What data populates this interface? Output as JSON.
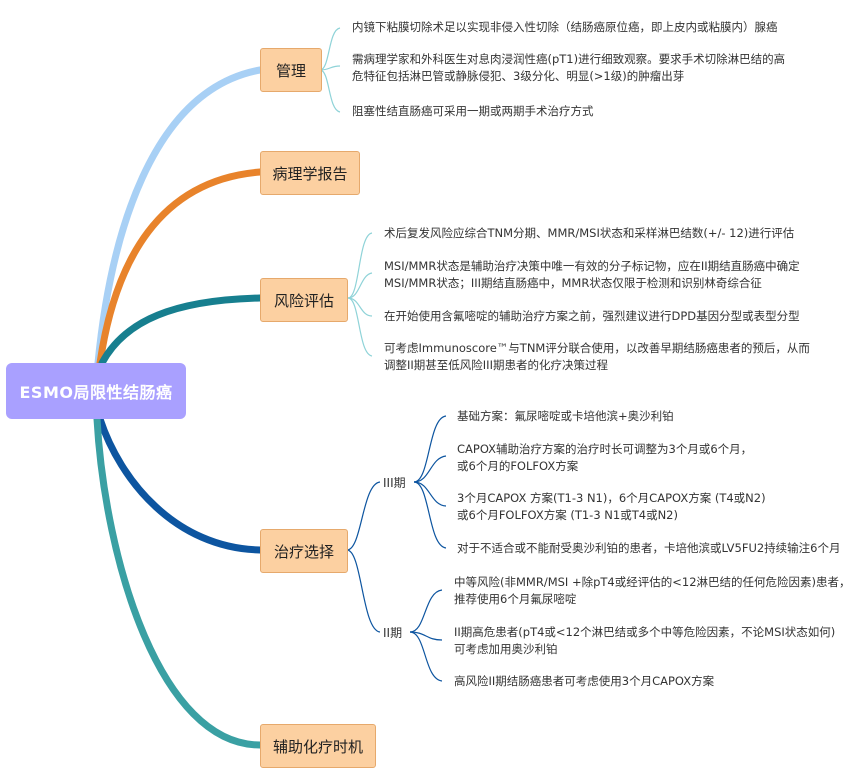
{
  "root": {
    "title": "ESMO局限性结肠癌"
  },
  "topics": {
    "management": {
      "label": "管理",
      "items": [
        [
          "内镜下粘膜切除术足以实现非侵入性切除（结肠癌原位癌，即上皮内或粘膜内）腺癌"
        ],
        [
          "需病理学家和外科医生对息肉浸润性癌(pT1)进行细致观察。要求手术切除淋巴结的高",
          "危特征包括淋巴管或静脉侵犯、3级分化、明显(>1级)的肿瘤出芽"
        ],
        [
          "阻塞性结直肠癌可采用一期或两期手术治疗方式"
        ]
      ]
    },
    "pathology": {
      "label": "病理学报告"
    },
    "risk": {
      "label": "风险评估",
      "items": [
        [
          "术后复发风险应综合TNM分期、MMR/MSI状态和采样淋巴结数(+/- 12)进行评估"
        ],
        [
          "MSI/MMR状态是辅助治疗决策中唯一有效的分子标记物，应在II期结直肠癌中确定",
          "MSI/MMR状态；III期结直肠癌中，MMR状态仅限于检测和识别林奇综合征"
        ],
        [
          "在开始使用含氟嘧啶的辅助治疗方案之前，强烈建议进行DPD基因分型或表型分型"
        ],
        [
          "可考虑Immunoscore™与TNM评分联合使用，以改善早期结肠癌患者的预后，从而",
          "调整II期甚至低风险III期患者的化疗决策过程"
        ]
      ]
    },
    "treatment": {
      "label": "治疗选择",
      "stage3": {
        "label": "III期",
        "items": [
          [
            "基础方案：氟尿嘧啶或卡培他滨+奥沙利铂"
          ],
          [
            "CAPOX辅助治疗方案的治疗时长可调整为3个月或6个月，",
            "或6个月的FOLFOX方案"
          ],
          [
            "3个月CAPOX 方案(T1-3 N1)，6个月CAPOX方案 (T4或N2)",
            "或6个月FOLFOX方案 (T1-3 N1或T4或N2)"
          ],
          [
            "对于不适合或不能耐受奥沙利铂的患者，卡培他滨或LV5FU2持续输注6个月"
          ]
        ]
      },
      "stage2": {
        "label": "II期",
        "items": [
          [
            "中等风险(非MMR/MSI +除pT4或经评估的<12淋巴结的任何危险因素)患者，",
            "推荐使用6个月氟尿嘧啶"
          ],
          [
            "II期高危患者(pT4或<12个淋巴结或多个中等危险因素，不论MSI状态如何)",
            "可考虑加用奥沙利铂"
          ],
          [
            "高风险II期结肠癌患者可考虑使用3个月CAPOX方案"
          ]
        ]
      }
    },
    "timing": {
      "label": "辅助化疗时机"
    }
  },
  "colors": {
    "management_branch": "#a8d0f5",
    "pathology_branch": "#e8832b",
    "risk_branch": "#177f8f",
    "treatment_branch": "#0d55a0",
    "timing_branch": "#3aa0a3",
    "leaf_bracket": "#8fd3d8"
  }
}
